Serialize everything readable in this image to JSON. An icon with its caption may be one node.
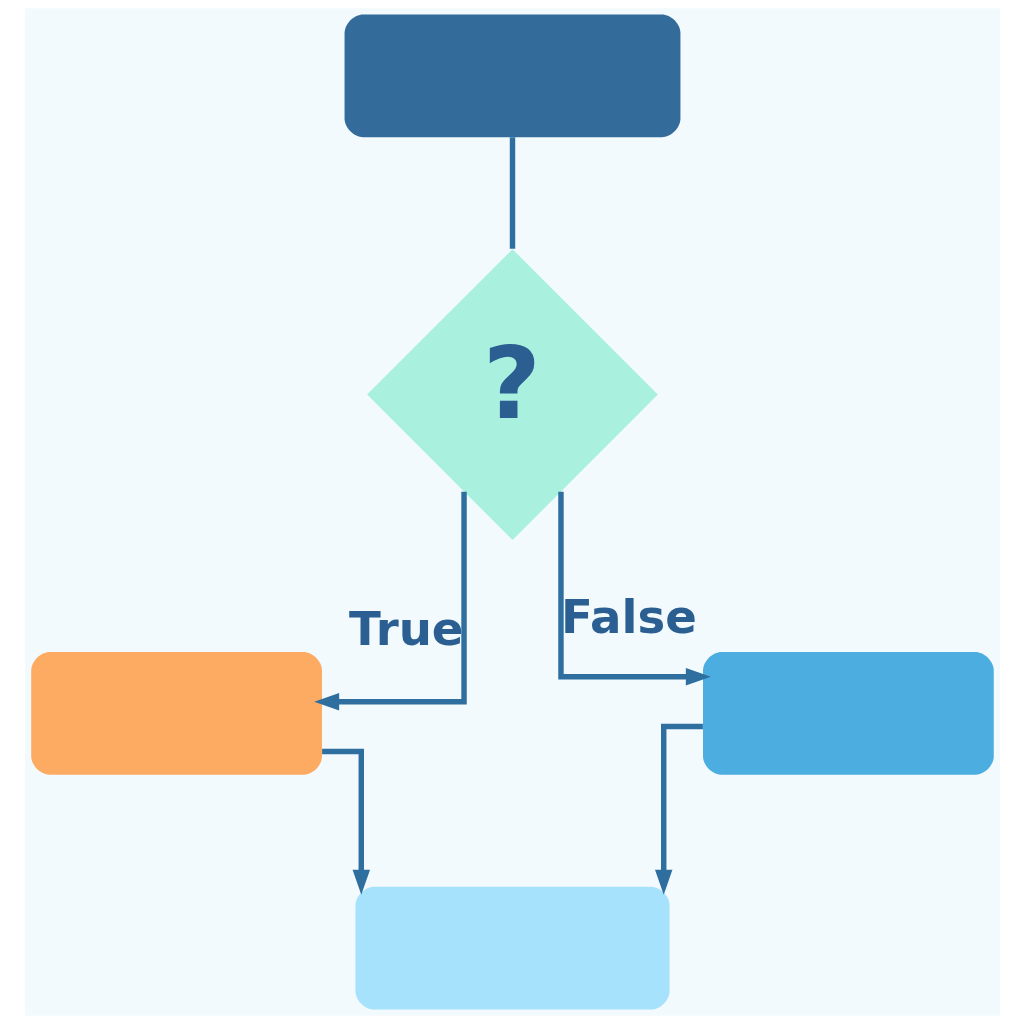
{
  "diagram": {
    "nodes": [
      {
        "text": [],
        "shape": "box"
      },
      {
        "text": [
          "?"
        ]
      },
      {
        "text": [],
        "shape": "box"
      },
      {
        "text": [],
        "shape": "box"
      },
      {
        "text": [],
        "shape": "box"
      }
    ],
    "edges": [
      {
        "from": 0,
        "to": 1,
        "arrow": "none"
      },
      {
        "from": 1,
        "to": 2,
        "arrow": "to",
        "label": "True"
      },
      {
        "from": 1,
        "to": 3,
        "arrow": "to",
        "label": "False"
      },
      {
        "from": 2,
        "to": 4,
        "arrow": "to"
      },
      {
        "from": 3,
        "to": 4,
        "arrow": "to"
      }
    ]
  }
}
